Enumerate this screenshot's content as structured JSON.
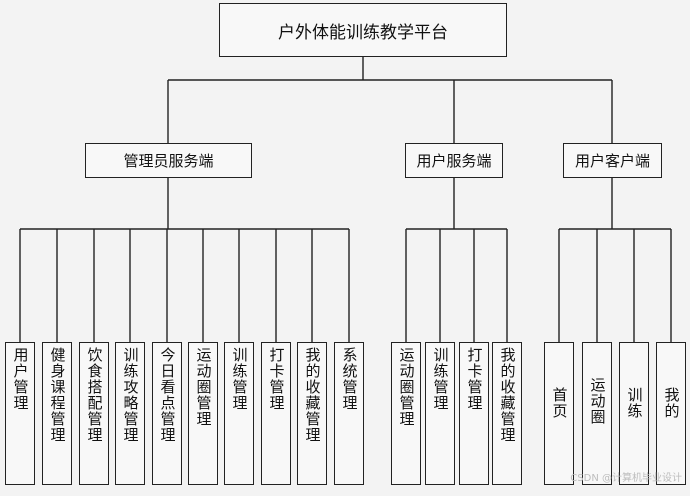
{
  "root": "户外体能训练教学平台",
  "branches": [
    {
      "label": "管理员服务端",
      "children": [
        "用户管理",
        "健身课程管理",
        "饮食搭配管理",
        "训练攻略管理",
        "今日看点管理",
        "运动圈管理",
        "训练管理",
        "打卡管理",
        "我的收藏管理",
        "系统管理"
      ]
    },
    {
      "label": "用户服务端",
      "children": [
        "运动圈管理",
        "训练管理",
        "打卡管理",
        "我的收藏管理"
      ]
    },
    {
      "label": "用户客户端",
      "children": [
        "首页",
        "运动圈",
        "训练",
        "我的"
      ]
    }
  ],
  "watermark": "CSDN @计算机毕业设计"
}
